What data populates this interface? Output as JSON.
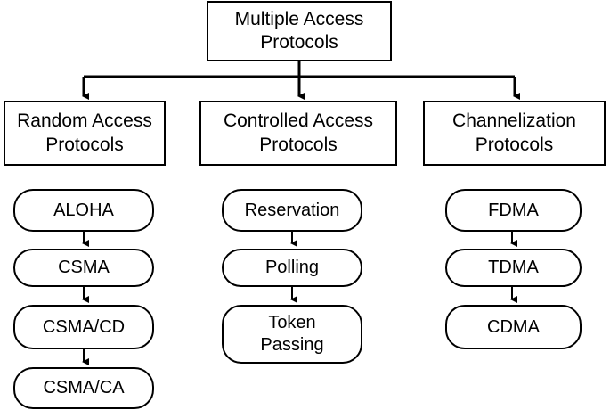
{
  "root": {
    "label": "Multiple Access\nProtocols"
  },
  "categories": [
    {
      "label": "Random Access\nProtocols",
      "items": [
        "ALOHA",
        "CSMA",
        "CSMA/CD",
        "CSMA/CA"
      ]
    },
    {
      "label": "Controlled Access\nProtocols",
      "items": [
        "Reservation",
        "Polling",
        "Token\nPassing"
      ]
    },
    {
      "label": "Channelization\nProtocols",
      "items": [
        "FDMA",
        "TDMA",
        "CDMA"
      ]
    }
  ]
}
